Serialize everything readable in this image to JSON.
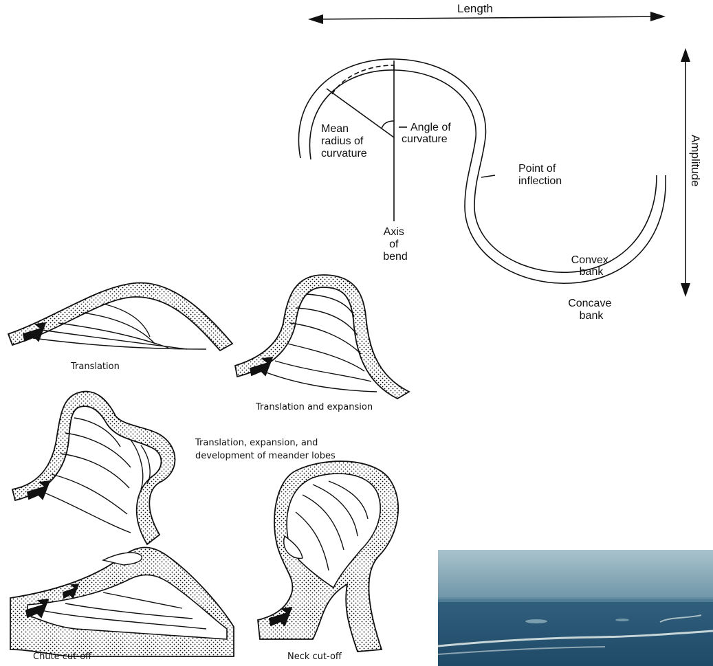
{
  "top_diagram": {
    "length_label": "Length",
    "amplitude_label": "Amplitude",
    "mean_radius_label": [
      "Mean",
      "radius of",
      "curvature"
    ],
    "angle_label": [
      "Angle of",
      "curvature"
    ],
    "point_inflection_label": [
      "Point of",
      "inflection"
    ],
    "axis_label": [
      "Axis",
      "of",
      "bend"
    ],
    "convex_label": [
      "Convex",
      "bank"
    ],
    "concave_label": [
      "Concave",
      "bank"
    ]
  },
  "captions": {
    "translation": "Translation",
    "translation_expansion": "Translation and expansion",
    "lobes_line1": "Translation, expansion, and",
    "lobes_line2": "development of meander lobes",
    "chute": "Chute cut-off",
    "neck": "Neck cut-off"
  },
  "colors": {
    "ink": "#111111",
    "photo_sky": "#8fb0bd",
    "photo_land": "#2e5e7e",
    "photo_river": "#c9d6d8"
  }
}
